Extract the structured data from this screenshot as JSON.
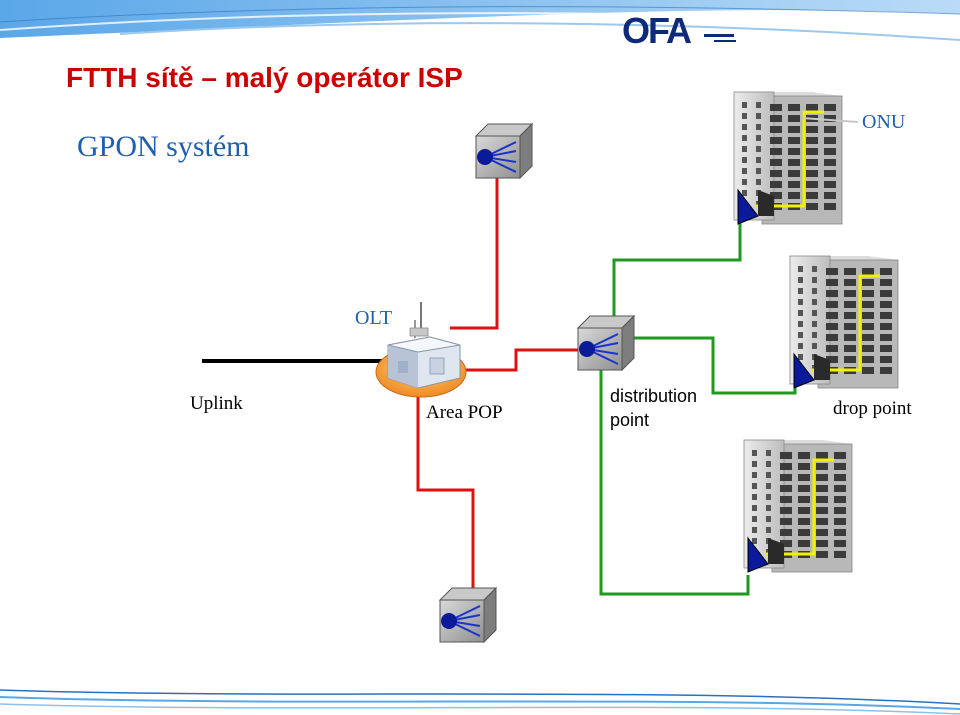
{
  "slide": {
    "title": "FTTH sítě – malý operátor ISP",
    "subtitle": "GPON systém",
    "logo_text": "OFA"
  },
  "diagram": {
    "labels": {
      "olt": "OLT",
      "onu": "ONU",
      "uplink": "Uplink",
      "area_pop": "Area POP",
      "distribution_line1": "distribution",
      "distribution_line2": "point",
      "drop_point": "drop point"
    },
    "colors": {
      "title": "#cc0000",
      "subtitle": "#1f5fb0",
      "feeder_fiber": "#dd1111",
      "distribution_fiber": "#1f9a1f",
      "drop_fiber": "#f2f200",
      "splitter_box": "#7d7d7d",
      "logo": "#102a7a"
    }
  }
}
